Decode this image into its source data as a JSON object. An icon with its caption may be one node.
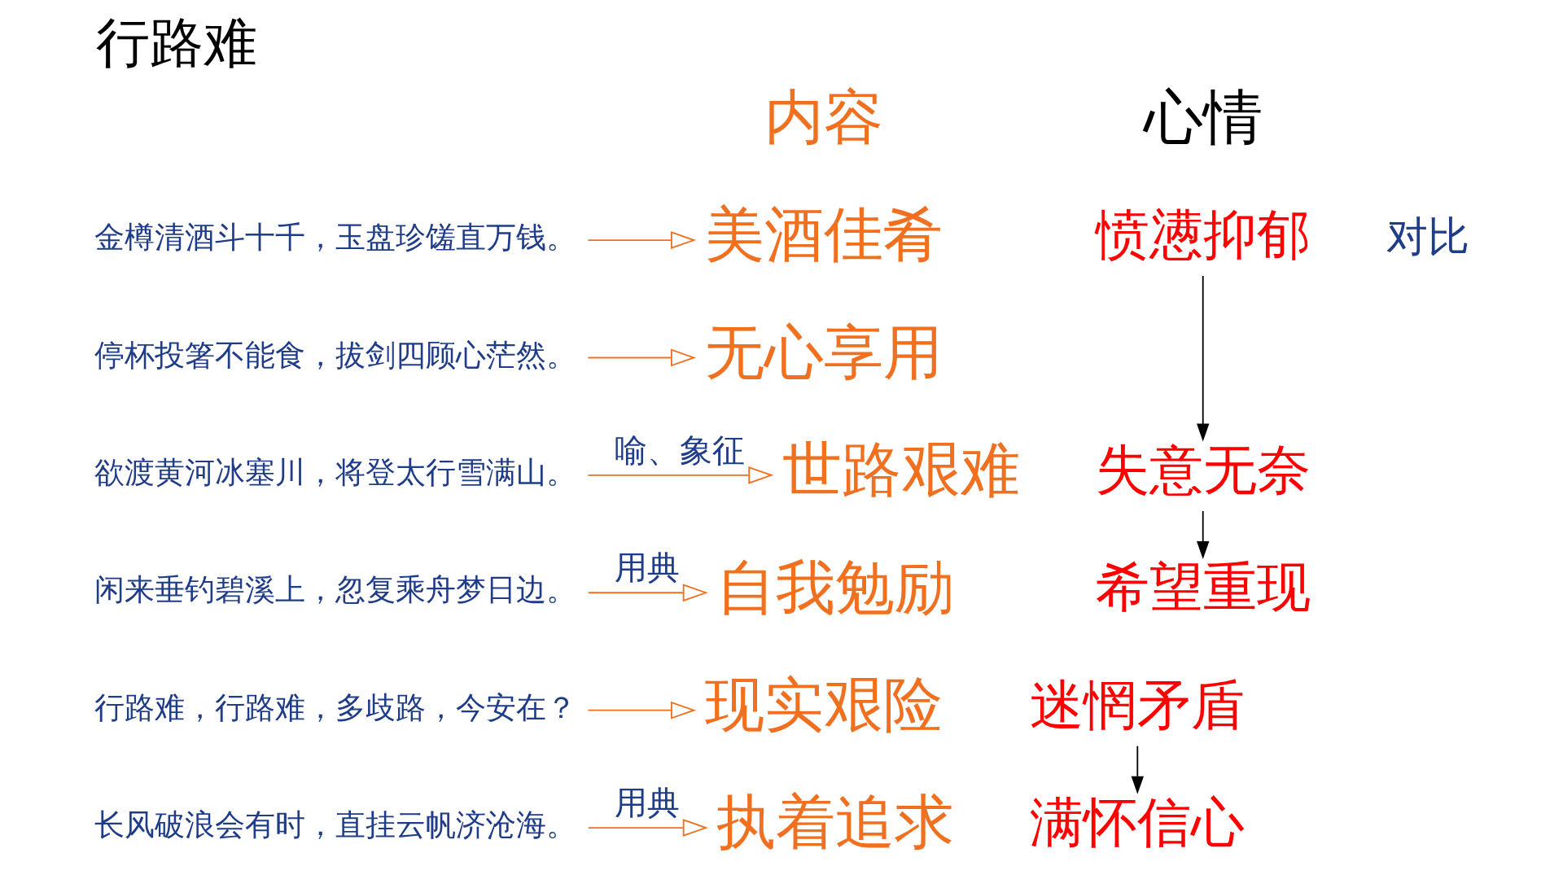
{
  "diagram": {
    "title": "行路难",
    "nodes": [
      {
        "text": [
          "金樽清酒斗十千，玉盘珍馐直万钱。"
        ]
      },
      {
        "text": [
          "停杯投箸不能食，拔剑四顾心茫然。"
        ]
      },
      {
        "text": [
          "欲渡黄河冰塞川，将登太行雪满山。"
        ]
      },
      {
        "text": [
          "闲来垂钓碧溪上，忽复乘舟梦日边。"
        ]
      },
      {
        "text": [
          "行路难，行路难，多歧路，今安在？"
        ]
      },
      {
        "text": [
          "长风破浪会有时，直挂云帆济沧海。"
        ]
      },
      {
        "text": [
          "美酒佳肴"
        ]
      },
      {
        "text": [
          "无心享用"
        ]
      },
      {
        "text": [
          "世路艰难"
        ]
      },
      {
        "text": [
          "自我勉励"
        ]
      },
      {
        "text": [
          "现实艰险"
        ]
      },
      {
        "text": [
          "执着追求"
        ]
      },
      {
        "text": [
          "愤懑抑郁"
        ]
      },
      {
        "text": [
          "失意无奈"
        ]
      },
      {
        "text": [
          "希望重现"
        ]
      },
      {
        "text": [
          "迷惘矛盾"
        ]
      },
      {
        "text": [
          "满怀信心"
        ]
      }
    ],
    "edges": [
      {
        "from": 0,
        "to": 6,
        "arrow": "to"
      },
      {
        "from": 1,
        "to": 7,
        "arrow": "to"
      },
      {
        "from": 2,
        "to": 8,
        "arrow": "to",
        "label": "喻、象征"
      },
      {
        "from": 3,
        "to": 9,
        "arrow": "to",
        "label": "用典"
      },
      {
        "from": 4,
        "to": 10,
        "arrow": "to"
      },
      {
        "from": 5,
        "to": 11,
        "arrow": "to",
        "label": "用典"
      },
      {
        "from": 12,
        "to": 13,
        "arrow": "to",
        "color": "#000000"
      },
      {
        "from": 13,
        "to": 14,
        "arrow": "to",
        "color": "#000000"
      },
      {
        "from": 15,
        "to": 16,
        "arrow": "to",
        "color": "#000000"
      }
    ],
    "labels": [
      "内容",
      "心情",
      "对比"
    ]
  }
}
